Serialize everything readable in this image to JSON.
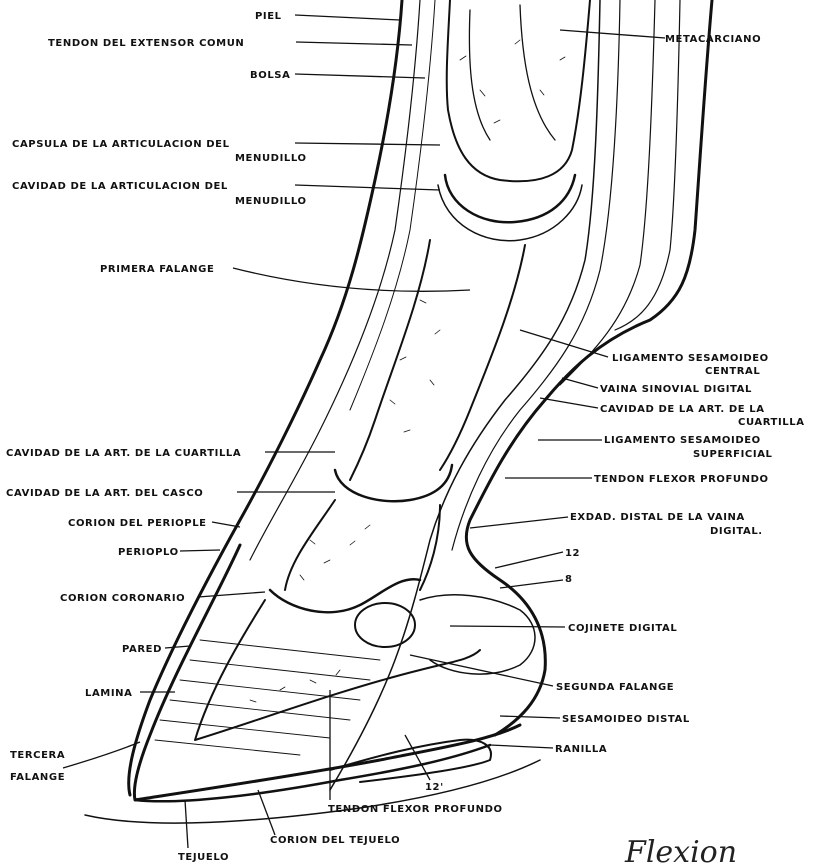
{
  "labels": {
    "piel": "PIEL",
    "tendon_extensor": "TENDON DEL EXTENSOR COMUN",
    "bolsa": "BOLSA",
    "metacarpiano": "METACARCIANO",
    "capsula_1": "CAPSULA DE LA ARTICULACION DEL",
    "capsula_2": "MENUDILLO",
    "cavidad_menudillo_1": "CAVIDAD DE LA ARTICULACION DEL",
    "cavidad_menudillo_2": "MENUDILLO",
    "primera_falange": "PRIMERA FALANGE",
    "lig_central_1": "LIGAMENTO SESAMOIDEO",
    "lig_central_2": "CENTRAL",
    "vaina_sinovial": "VAINA SINOVIAL DIGITAL",
    "cavidad_cuartilla_r1": "CAVIDAD DE LA ART. DE LA",
    "cavidad_cuartilla_r2": "CUARTILLA",
    "lig_superficial_1": "LIGAMENTO SESAMOIDEO",
    "lig_superficial_2": "SUPERFICIAL",
    "tendon_flexor_r": "TENDON FLEXOR PROFUNDO",
    "cavidad_cuartilla_l": "CAVIDAD DE LA ART. DE LA CUARTILLA",
    "cavidad_casco": "CAVIDAD DE LA ART. DEL CASCO",
    "extremidad_vaina_1": "EXDAD. DISTAL DE LA VAINA",
    "extremidad_vaina_2": "DIGITAL.",
    "corion_periople": "CORION DEL PERIOPLE",
    "periople": "PERIOPLO",
    "num_12": "12",
    "num_8": "8",
    "corion_coronario": "CORION CORONARIO",
    "cojinete": "COJINETE DIGITAL",
    "pared": "PARED",
    "segunda_falange": "SEGUNDA FALANGE",
    "lamina": "LAMINA",
    "sesamoideo_distal": "SESAMOIDEO DISTAL",
    "tercera_1": "TERCERA",
    "tercera_2": "FALANGE",
    "ranilla": "RANILLA",
    "num_12p": "12'",
    "tendon_flexor_b": "TENDON FLEXOR PROFUNDO",
    "corion_tejuelo": "CORION DEL TEJUELO",
    "tejuelo": "TEJUELO",
    "handwriting": "Flexion"
  }
}
